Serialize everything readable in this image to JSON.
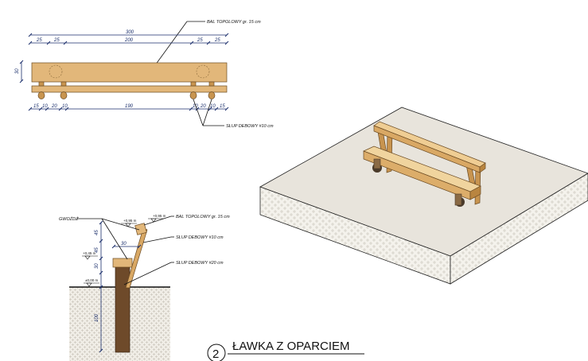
{
  "plan": {
    "dims_top": {
      "overall": "300",
      "seg1": "25",
      "seg2": "25",
      "seg3": "200",
      "seg4": "25",
      "seg5": "25"
    },
    "dim_side": "30",
    "dims_bottom": {
      "a": "15",
      "b": "10",
      "c": "20",
      "d": "10",
      "e": "190",
      "f": "10",
      "g": "20",
      "h": "10",
      "i": "15"
    },
    "label_plank": "BAL TOPOLOWY gr. 15 cm",
    "label_post": "SŁUP DEBOWY #10 cm"
  },
  "section": {
    "label_nail": "GWOŹDŹ",
    "label_plank": "BAL TOPOLOWY gr. 15 cm",
    "label_post10": "SŁUP DEBOWY #10 cm",
    "label_post20": "SŁUP DEBOWY #20 cm",
    "level_top": "+0,95 m",
    "level_top2": "+0,95 m",
    "level_seat": "+0,45 m",
    "level_ground": "±0,00 m",
    "dim_a": "45",
    "dim_b": "45",
    "dim_c": "30",
    "dim_d": "30",
    "dim_e": "100"
  },
  "title_block": {
    "number": "2",
    "title": "ŁAWKA Z OPARCIEM"
  },
  "colors": {
    "wood": "#e2b77a",
    "wood_dark": "#c8944f",
    "dim": "#1a2e6b",
    "slab_top": "#e8e4dc",
    "slab_side": "#f2f0ea"
  }
}
